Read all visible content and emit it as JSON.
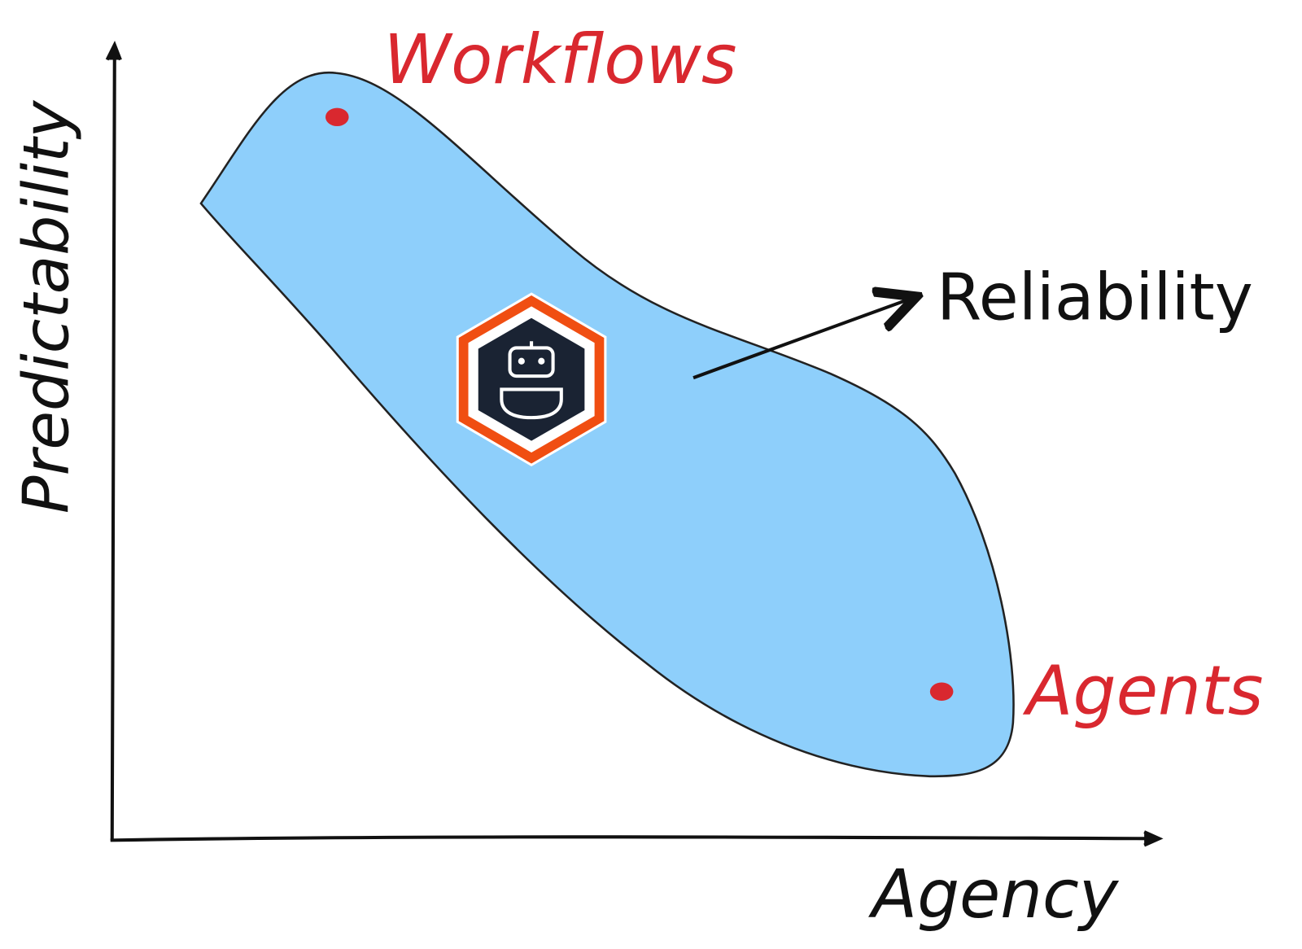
{
  "diagram": {
    "axes": {
      "x_label": "Agency",
      "y_label": "Predictability"
    },
    "region": {
      "label": "Reliability",
      "fill_color": "#8ecffb"
    },
    "points": [
      {
        "label": "Workflows",
        "color": "#d9282f"
      },
      {
        "label": "Agents",
        "color": "#d9282f"
      }
    ],
    "logo": {
      "icon": "robot-hexagon-icon",
      "outer_color": "#f04e12",
      "inner_color": "#1a2333"
    }
  }
}
